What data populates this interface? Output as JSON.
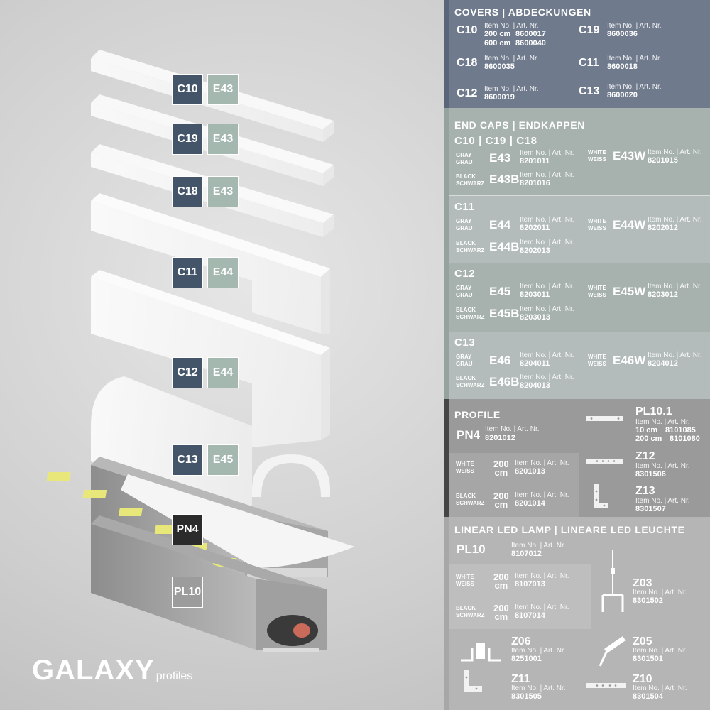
{
  "badges": {
    "c10": "C10",
    "c19": "C19",
    "c18": "C18",
    "c11": "C11",
    "c12": "C12",
    "c13": "C13",
    "e43": "E43",
    "e44": "E44",
    "e45": "E45",
    "pn4": "PN4",
    "pl10": "PL10"
  },
  "brand": {
    "name": "GALAXY",
    "suffix": "profiles"
  },
  "covers": {
    "title": "COVERS | ABDECKUNGEN",
    "item_label": "Item No. | Art. Nr.",
    "c10": {
      "code": "C10",
      "len1": "200 cm",
      "num1": "8600017",
      "len2": "600 cm",
      "num2": "8600040"
    },
    "c19": {
      "code": "C19",
      "num": "8600036"
    },
    "c18": {
      "code": "C18",
      "num": "8600035"
    },
    "c11": {
      "code": "C11",
      "num": "8600018"
    },
    "c12": {
      "code": "C12",
      "num": "8600019"
    },
    "c13": {
      "code": "C13",
      "num": "8600020"
    }
  },
  "endcaps": {
    "title": "END CAPS | ENDKAPPEN",
    "item_label": "Item No. | Art. Nr.",
    "gray_en": "GRAY",
    "gray_de": "GRAU",
    "white_en": "WHITE",
    "white_de": "WEISS",
    "black_en": "BLACK",
    "black_de": "SCHWARZ",
    "g1": {
      "title": "C10 | C19 | C18",
      "gray_code": "E43",
      "gray_num": "8201011",
      "white_code": "E43W",
      "white_num": "8201015",
      "black_code": "E43B",
      "black_num": "8201016"
    },
    "g2": {
      "title": "C11",
      "gray_code": "E44",
      "gray_num": "8202011",
      "white_code": "E44W",
      "white_num": "8202012",
      "black_code": "E44B",
      "black_num": "8202013"
    },
    "g3": {
      "title": "C12",
      "gray_code": "E45",
      "gray_num": "8203011",
      "white_code": "E45W",
      "white_num": "8203012",
      "black_code": "E45B",
      "black_num": "8203013"
    },
    "g4": {
      "title": "C13",
      "gray_code": "E46",
      "gray_num": "8204011",
      "white_code": "E46W",
      "white_num": "8204012",
      "black_code": "E46B",
      "black_num": "8204013"
    }
  },
  "profile": {
    "title": "PROFILE",
    "item_label": "Item No. | Art. Nr.",
    "pn4": {
      "code": "PN4",
      "num": "8201012"
    },
    "white": {
      "en": "WHITE",
      "de": "WEISS",
      "len_num": "200",
      "len_unit": "cm",
      "num": "8201013"
    },
    "black": {
      "en": "BLACK",
      "de": "SCHWARZ",
      "len_num": "200",
      "len_unit": "cm",
      "num": "8201014"
    },
    "pl101": {
      "code": "PL10.1",
      "len1": "10 cm",
      "num1": "8101085",
      "len2": "200 cm",
      "num2": "8101080"
    },
    "z12": {
      "code": "Z12",
      "num": "8301506"
    },
    "z13": {
      "code": "Z13",
      "num": "8301507"
    }
  },
  "led": {
    "title": "LINEAR LED LAMP | LINEARE LED LEUCHTE",
    "item_label": "Item No. | Art. Nr.",
    "pl10": {
      "code": "PL10",
      "num": "8107012"
    },
    "white": {
      "en": "WHITE",
      "de": "WEISS",
      "len_num": "200",
      "len_unit": "cm",
      "num": "8107013"
    },
    "black": {
      "en": "BLACK",
      "de": "SCHWARZ",
      "len_num": "200",
      "len_unit": "cm",
      "num": "8107014"
    },
    "z03": {
      "code": "Z03",
      "num": "8301502"
    },
    "z06": {
      "code": "Z06",
      "num": "8251001"
    },
    "z05": {
      "code": "Z05",
      "num": "8301501"
    },
    "z11": {
      "code": "Z11",
      "num": "8301505"
    },
    "z10": {
      "code": "Z10",
      "num": "8301504"
    }
  }
}
